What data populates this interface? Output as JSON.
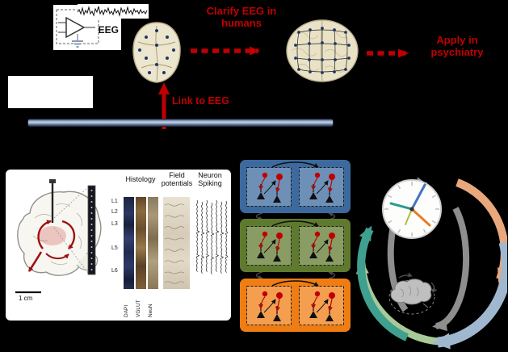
{
  "slide": {
    "background_color": "#000000",
    "accent_red": "#C00000"
  },
  "top_row": {
    "eeg_label": "EEG",
    "clarify_label": "Clarify EEG in humans",
    "apply_label": "Apply in psychiatry"
  },
  "timeline": {
    "link_label": "Link to EEG",
    "bar_color": "#8FA3C2"
  },
  "recording_panel": {
    "scale_label": "1 cm",
    "columns": {
      "histology": "Histology",
      "field_potentials": "Field potentials",
      "neuron_spiking": "Neuron Spiking"
    },
    "layer_labels": [
      "L1",
      "L2",
      "L3",
      "L5",
      "L6"
    ],
    "stain_labels": [
      "DAPI",
      "VGLUT",
      "NeuN"
    ]
  },
  "circuit_column": {
    "box_colors": [
      "#3C6A9E",
      "#5F7A2E",
      "#F07D13"
    ]
  },
  "cycle_diagram": {
    "arrow_colors": {
      "teal": "#3FA08F",
      "green": "#A9C999",
      "salmon": "#E8A87C",
      "gray": "#8E8E8E",
      "blue": "#9FB8D0"
    }
  },
  "icons": [
    "amplifier-icon",
    "waveform-icon",
    "skull-electrodes-icon",
    "brain-electrode-grid-icon",
    "brain-recording-icon",
    "probe-icon",
    "clock-icon",
    "brain-icon"
  ]
}
